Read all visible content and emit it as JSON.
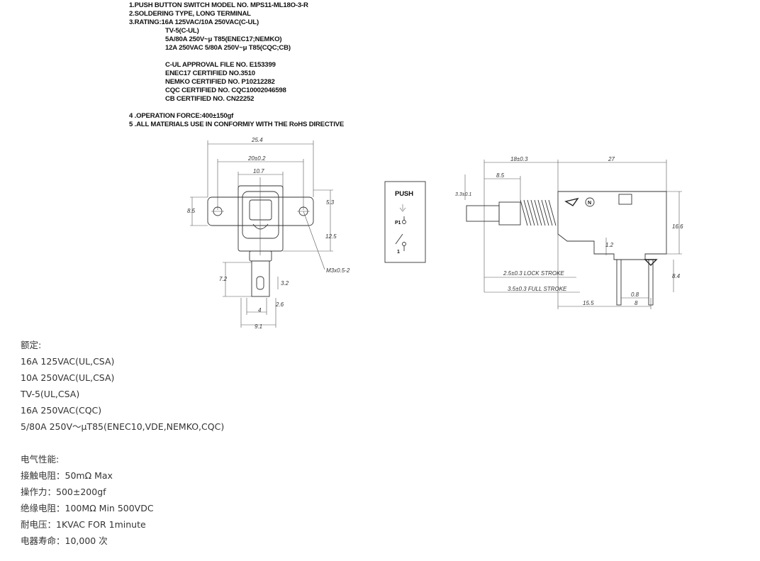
{
  "spec": {
    "lines": [
      "1.PUSH BUTTON SWITCH MODEL NO. MPS11-ML18O-3-R",
      "2.SOLDERING TYPE, LONG TERMINAL",
      "3.RATING:16A 125VAC/10A 250VAC(C-UL)",
      "TV-5(C-UL)",
      "5A/80A 250V~μ T85(ENEC17;NEMKO)",
      "12A 250VAC 5/80A 250V~μ T85(CQC;CB)",
      "C-UL APPROVAL FILE NO. E153399",
      "ENEC17 CERTIFIED NO.3510",
      "NEMKO CERTIFIED NO. P10212282",
      "CQC CERTIFIED NO. CQC10002046598",
      "CB CERTIFIED NO. CN22252",
      "4 .OPERATION FORCE:400±150gf",
      "5 .ALL MATERIALS USE IN CONFORMIY  WITH THE RoHS DIRECTIVE"
    ]
  },
  "front_view": {
    "dims": [
      "25.4",
      "20±0.2",
      "10.7",
      "8.5",
      "5.3",
      "12.5",
      "M3x0.5-2",
      "7.2",
      "3.2",
      "4",
      "2.6",
      "9.1"
    ]
  },
  "symbol": {
    "push_label": "PUSH",
    "pin_p1": "P1",
    "pin_1": "1"
  },
  "side_view": {
    "dims": [
      "18±0.3",
      "27",
      "8.5",
      "3.3±0.1",
      "16.6",
      "1.2",
      "8.4",
      "2.5±0.3 LOCK STROKE",
      "3.5±0.3 FULL STROKE",
      "0.8",
      "15.5",
      "8"
    ]
  },
  "ratings": {
    "heading": "额定:",
    "items": [
      "16A 125VAC(UL,CSA)",
      "10A 250VAC(UL,CSA)",
      "TV-5(UL,CSA)",
      "16A 250VAC(CQC)",
      "5/80A 250V～μT85(ENEC10,VDE,NEMKO,CQC)"
    ]
  },
  "electrical": {
    "heading": "电气性能:",
    "items": [
      "接触电阻：50mΩ Max",
      "操作力：500±200gf",
      "绝缘电阻：100MΩ Min 500VDC",
      "耐电压：1KVAC FOR 1minute",
      "电器寿命：10,000 次"
    ]
  }
}
